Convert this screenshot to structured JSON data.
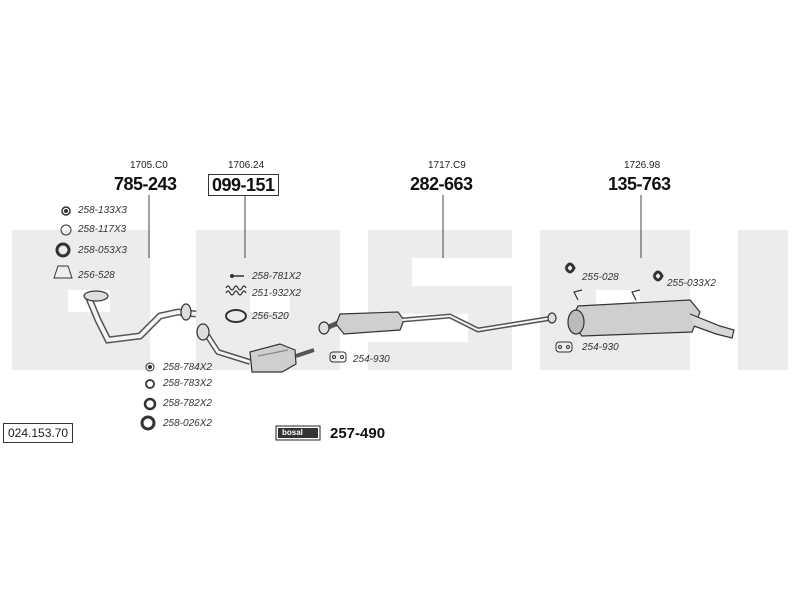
{
  "groups": [
    {
      "ref": "1705.C0",
      "number": "785-243",
      "boxed": false
    },
    {
      "ref": "1706.24",
      "number": "099-151",
      "boxed": true
    },
    {
      "ref": "1717.C9",
      "number": "282-663",
      "boxed": false
    },
    {
      "ref": "1726.98",
      "number": "135-763",
      "boxed": false
    }
  ],
  "parts": {
    "p1": "258-133X3",
    "p2": "258-117X3",
    "p3": "258-053X3",
    "p4": "256-528",
    "p5": "258-781X2",
    "p6": "251-932X2",
    "p7": "256-520",
    "p8": "254-930",
    "p9": "255-028",
    "p10": "255-033X2",
    "p11": "254-930",
    "p12": "258-784X2",
    "p13": "258-783X2",
    "p14": "258-782X2",
    "p15": "258-026X2"
  },
  "system_number": "024.153.70",
  "bosal": {
    "logo": "bosal",
    "number": "257-490"
  },
  "watermark": "bosal"
}
